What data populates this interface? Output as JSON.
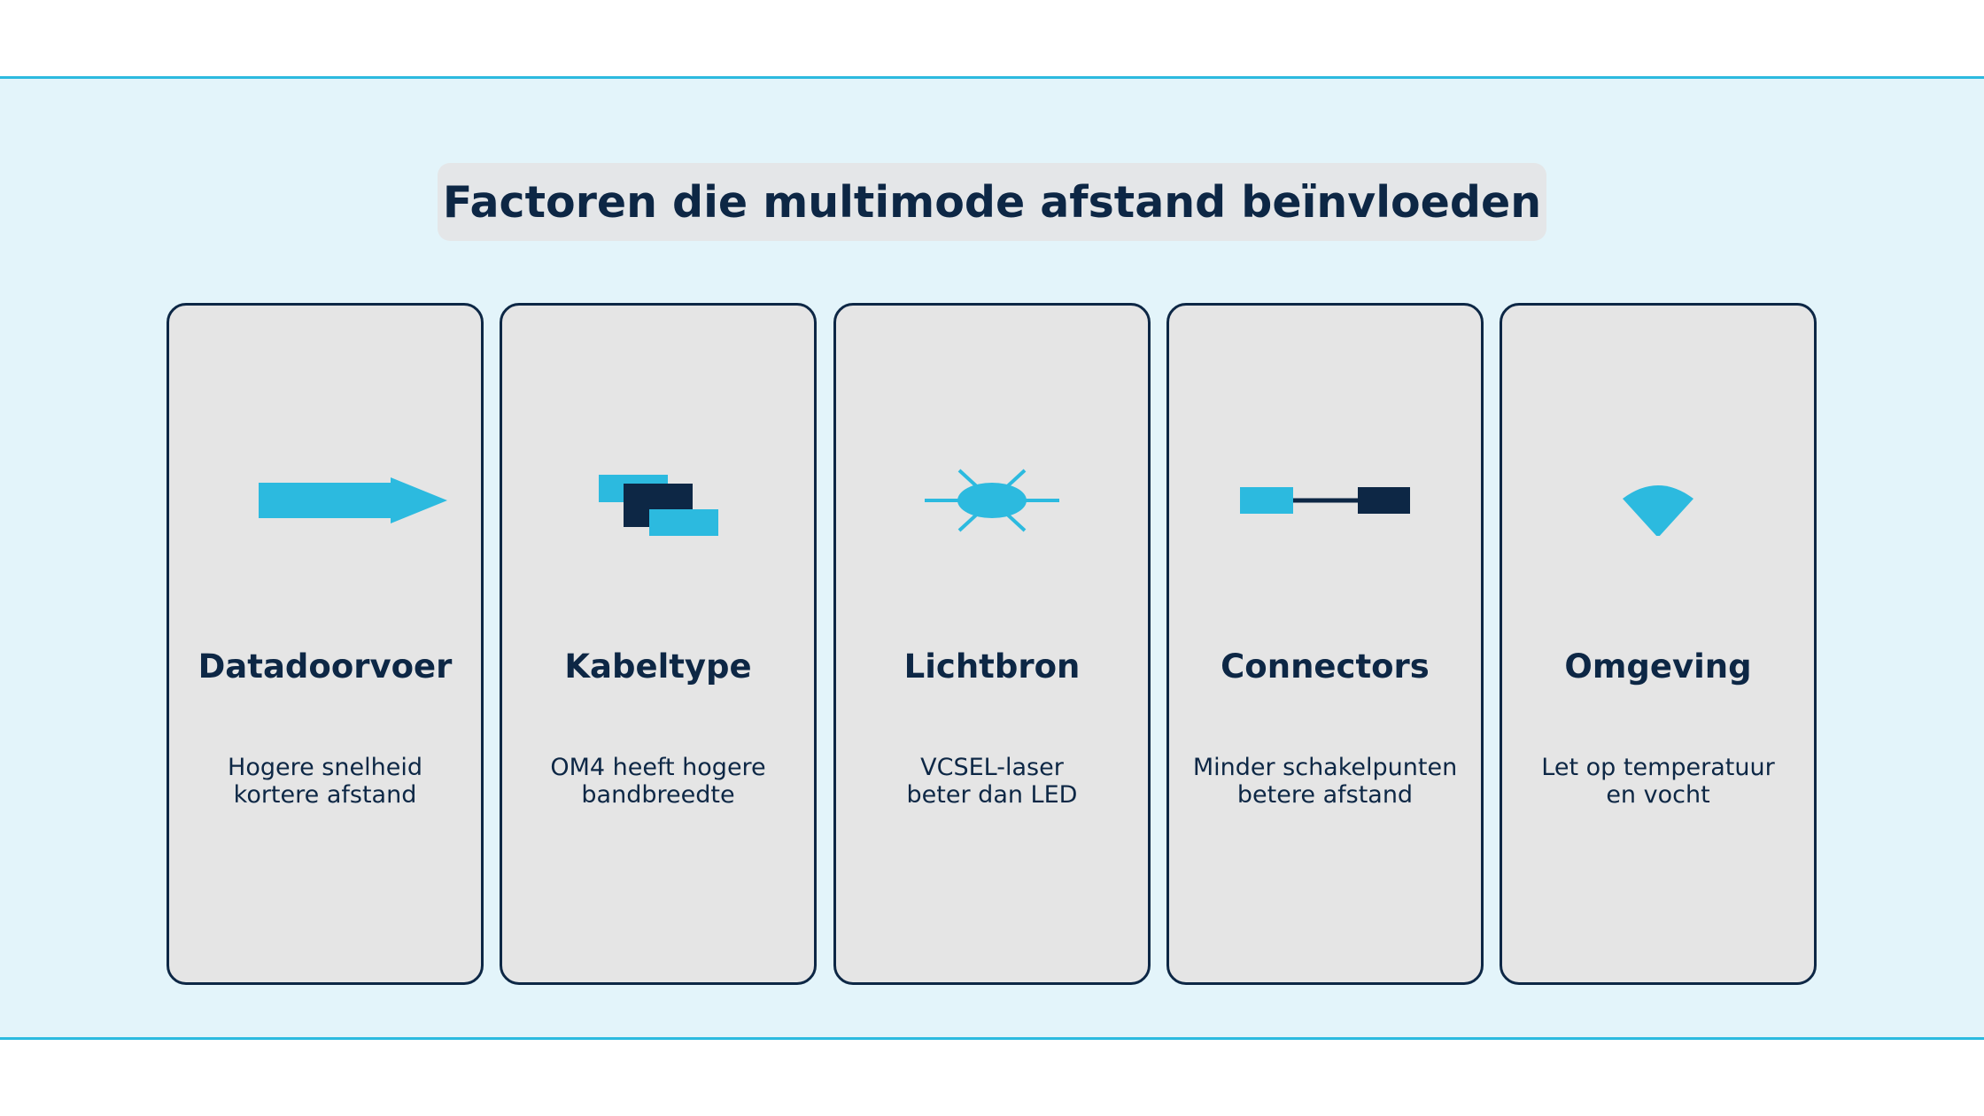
{
  "title": "Factoren die multimode afstand beïnvloeden",
  "colors": {
    "accent": "#2cbadf",
    "navy": "#0d2745",
    "band_background": "#e3f4fa",
    "card_background": "#e5e5e5"
  },
  "cards": [
    {
      "icon": "arrow-right-icon",
      "heading": "Datadoorvoer",
      "text_lines": [
        "Hogere snelheid",
        "kortere afstand"
      ]
    },
    {
      "icon": "stacked-squares-icon",
      "heading": "Kabeltype",
      "text_lines": [
        "OM4 heeft hogere",
        "bandbreedte"
      ]
    },
    {
      "icon": "light-source-icon",
      "heading": "Lichtbron",
      "text_lines": [
        "VCSEL-laser",
        "beter dan LED"
      ]
    },
    {
      "icon": "connector-icon",
      "heading": "Connectors",
      "text_lines": [
        "Minder schakelpunten",
        "betere afstand"
      ]
    },
    {
      "icon": "wedge-icon",
      "heading": "Omgeving",
      "text_lines": [
        "Let op temperatuur",
        "en vocht"
      ]
    }
  ]
}
